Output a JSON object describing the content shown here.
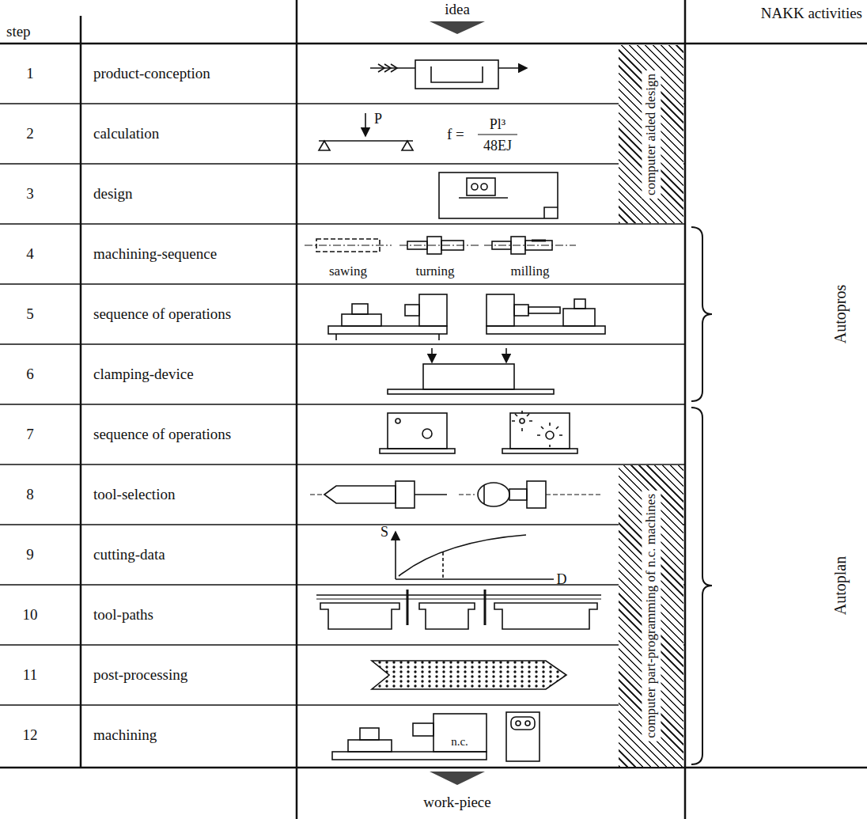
{
  "diagram": {
    "nodes": [
      {
        "text": [
          "computer aided design"
        ]
      },
      {
        "text": [
          "computer part-programming of n.c. machines"
        ]
      }
    ],
    "labels": [
      "step",
      "idea",
      "NAKK activities",
      "1",
      "product-conception",
      "2",
      "calculation",
      "P",
      "f =",
      "Pl³",
      "48EJ",
      "3",
      "design",
      "4",
      "machining-sequence",
      "sawing",
      "turning",
      "milling",
      "5",
      "sequence of operations",
      "6",
      "clamping-device",
      "7",
      "sequence of operations",
      "8",
      "tool-selection",
      "9",
      "cutting-data",
      "S",
      "D",
      "10",
      "tool-paths",
      "11",
      "post-processing",
      "12",
      "machining",
      "n.c.",
      "work-piece",
      "Autopros",
      "Autoplan"
    ]
  }
}
